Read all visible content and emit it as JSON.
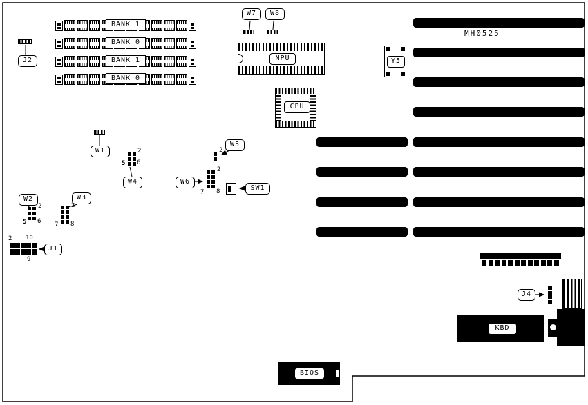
{
  "board": {
    "part_number": "MH0525"
  },
  "memory": {
    "banks": [
      {
        "label": "BANK 1"
      },
      {
        "label": "BANK 0"
      },
      {
        "label": "BANK 1"
      },
      {
        "label": "BANK 0"
      }
    ]
  },
  "chips": {
    "npu_label": "NPU",
    "cpu_label": "CPU",
    "y5_label": "Y5",
    "bios_label": "BIOS",
    "kbd_label": "KBD"
  },
  "jumpers": {
    "j2": {
      "label": "J2"
    },
    "w7": {
      "label": "W7"
    },
    "w8": {
      "label": "W8"
    },
    "w1": {
      "label": "W1"
    },
    "w2": {
      "label": "W2",
      "pin_top_right": "2",
      "pin_bottom_left": "5",
      "pin_bottom_right": "6"
    },
    "w3": {
      "label": "W3",
      "pin_top_right": "2",
      "pin_bottom_left": "7",
      "pin_bottom_right": "8"
    },
    "w4": {
      "label": "W4",
      "pin_top_right": "2",
      "pin_bottom_left": "5",
      "pin_bottom_right": "6"
    },
    "w5": {
      "label": "W5",
      "pin_top_right": "2"
    },
    "w6": {
      "label": "W6",
      "pin_top_right": "2",
      "pin_bottom_left": "7",
      "pin_bottom_right": "8"
    },
    "sw1": {
      "label": "SW1"
    },
    "j1": {
      "label": "J1",
      "pin_top_left": "2",
      "pin_top_right": "10",
      "pin_bottom_right": "9"
    },
    "j4": {
      "label": "J4"
    }
  }
}
